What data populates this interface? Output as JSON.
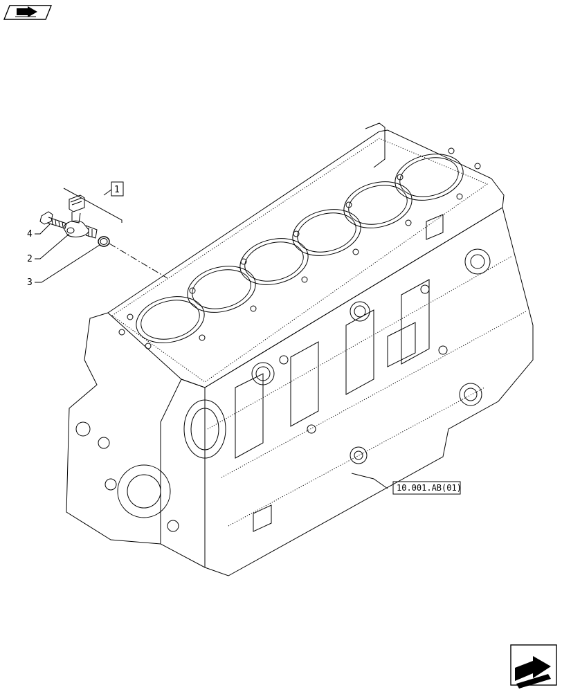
{
  "callouts": {
    "item_1": "1",
    "item_2": "2",
    "item_3": "3",
    "item_4": "4"
  },
  "reference": {
    "code": "10.001.AB(01)"
  },
  "icons": {
    "top_left": "book-arrow-icon",
    "bottom_right": "next-page-arrow-icon"
  }
}
